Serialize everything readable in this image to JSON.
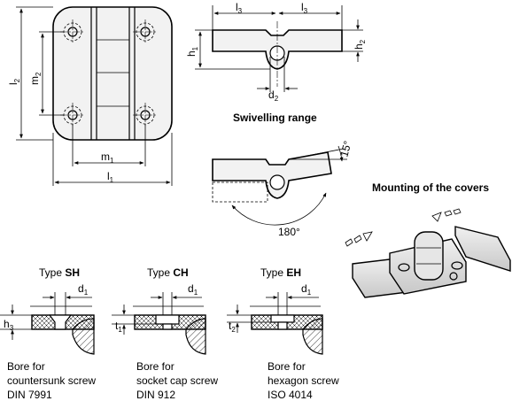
{
  "top_view": {
    "l2": "l",
    "l2_sub": "2",
    "m2": "m",
    "m2_sub": "2",
    "m1": "m",
    "m1_sub": "1",
    "l1": "l",
    "l1_sub": "1"
  },
  "side_view": {
    "l3a": "l",
    "l3a_sub": "3",
    "l3b": "l",
    "l3b_sub": "3",
    "h1": "h",
    "h1_sub": "1",
    "h2": "h",
    "h2_sub": "2",
    "d2": "d",
    "d2_sub": "2"
  },
  "swivel": {
    "title": "Swivelling range",
    "angle_small": "15°",
    "angle_large": "180°"
  },
  "mounting": {
    "title": "Mounting of the covers"
  },
  "types": [
    {
      "prefix": "Type ",
      "code": "SH",
      "dim": "h",
      "dim_sub": "3",
      "d": "d",
      "d_sub": "1",
      "desc1": "Bore for",
      "desc2": "countersunk screw",
      "desc3": "DIN 7991"
    },
    {
      "prefix": "Type ",
      "code": "CH",
      "dim": "t",
      "dim_sub": "1",
      "d": "d",
      "d_sub": "1",
      "desc1": "Bore for",
      "desc2": "socket cap screw",
      "desc3": "DIN 912"
    },
    {
      "prefix": "Type ",
      "code": "EH",
      "dim": "t",
      "dim_sub": "2",
      "d": "d",
      "d_sub": "1",
      "desc1": "Bore for",
      "desc2": "hexagon screw",
      "desc3": "ISO 4014"
    }
  ]
}
